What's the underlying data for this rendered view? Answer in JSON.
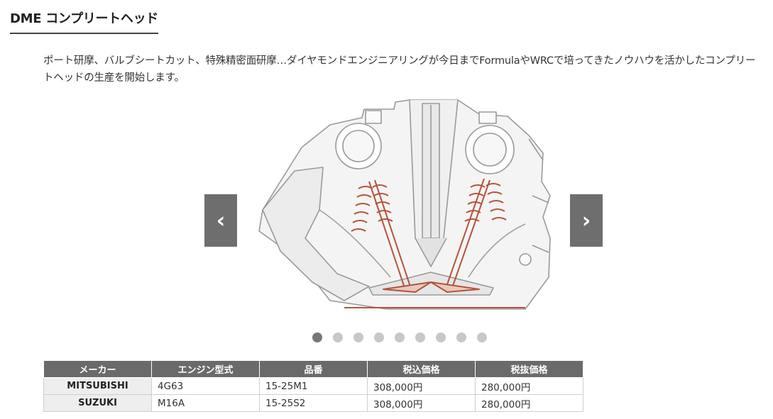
{
  "heading": "DME コンプリートヘッド",
  "intro": "ポート研摩、バルブシートカット、特殊精密面研摩…ダイヤモンドエンジニアリングが今日までFormulaやWRCで培ってきたノウハウを活かしたコンプリートヘッドの生産を開始します。",
  "slider": {
    "prev_label": "‹",
    "next_label": "›",
    "dot_count": 9,
    "active_dot": 0
  },
  "table": {
    "headers": [
      "メーカー",
      "エンジン型式",
      "品番",
      "税込価格",
      "税抜価格"
    ],
    "rows": [
      [
        "MITSUBISHI",
        "4G63",
        "15-25M1",
        "308,000円",
        "280,000円"
      ],
      [
        "SUZUKI",
        "M16A",
        "15-25S2",
        "308,000円",
        "280,000円"
      ]
    ]
  },
  "colors": {
    "arrow_bg": "#6e6e6e",
    "header_bg": "#6a6a6a",
    "maker_bg": "#eeeeee",
    "dot_active": "#777777",
    "dot_inactive": "#c8c8c8",
    "valve_spring": "#b5533a"
  }
}
